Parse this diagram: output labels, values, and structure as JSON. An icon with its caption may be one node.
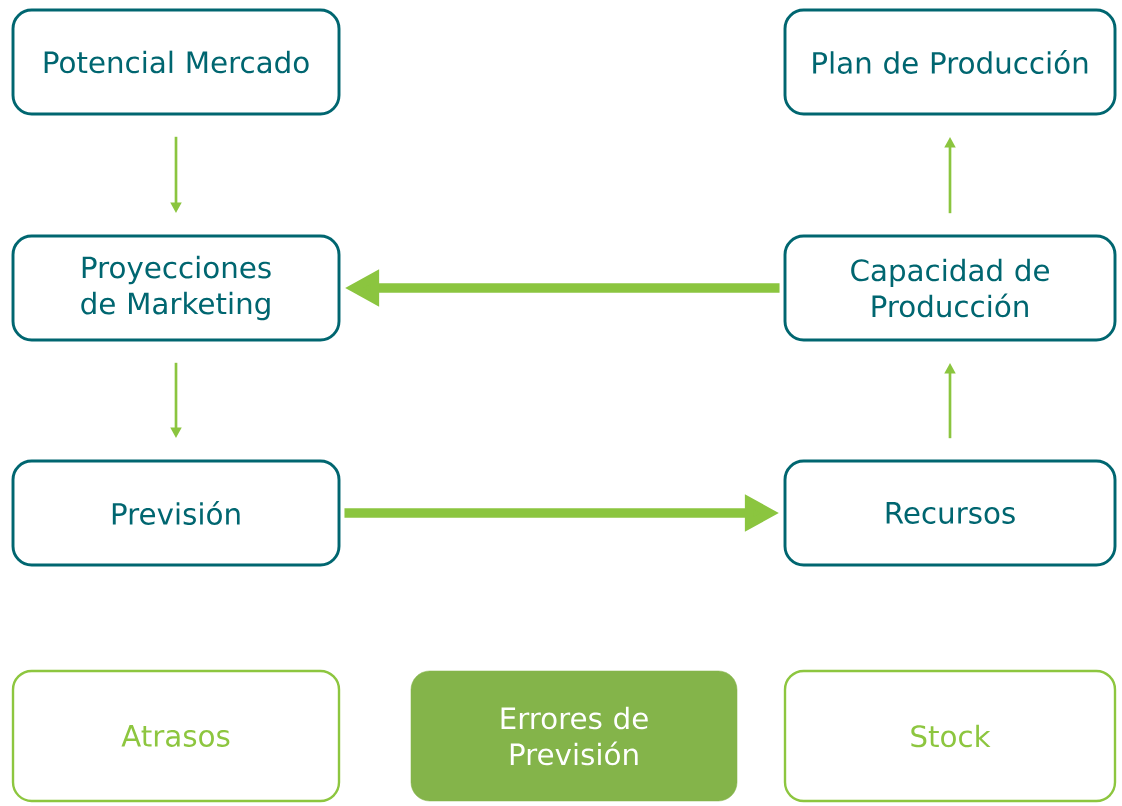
{
  "diagram": {
    "nodes": [
      {
        "text": [
          "Potencial Mercado"
        ]
      },
      {
        "text": [
          "Plan de Producción"
        ]
      },
      {
        "text": [
          "Proyecciones de Marketing"
        ]
      },
      {
        "text": [
          "Capacidad de Producción"
        ]
      },
      {
        "text": [
          "Previsión"
        ]
      },
      {
        "text": [
          "Recursos"
        ]
      },
      {
        "text": [
          "Atrasos"
        ]
      },
      {
        "text": [
          "Errores de Previsión"
        ]
      },
      {
        "text": [
          "Stock"
        ]
      }
    ],
    "edges": [
      {
        "from": 0,
        "to": 2,
        "arrow": "to"
      },
      {
        "from": 2,
        "to": 4,
        "arrow": "to"
      },
      {
        "from": 4,
        "to": 5,
        "arrow": "to",
        "style": "thick"
      },
      {
        "from": 5,
        "to": 3,
        "arrow": "to"
      },
      {
        "from": 3,
        "to": 1,
        "arrow": "to"
      },
      {
        "from": 3,
        "to": 2,
        "arrow": "to",
        "style": "thick"
      }
    ]
  }
}
